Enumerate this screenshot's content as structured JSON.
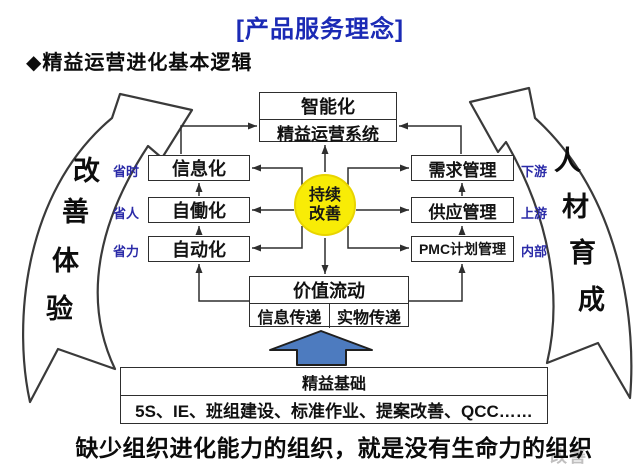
{
  "slide": {
    "title": "[产品服务理念]",
    "heading": "◆精益运营进化基本逻辑",
    "bottom_statement": "缺少组织进化能力的组织，就是没有生命力的组织",
    "watermark": "改善"
  },
  "colors": {
    "title_blue": "#1b2ab5",
    "side_label_blue": "#2b2ba8",
    "circle_yellow": "#f8ec06",
    "block_arrow_blue": "#4d7bbf"
  },
  "diagram": {
    "top_box": {
      "row1": "智能化",
      "row2": "精益运营系统"
    },
    "left_column": [
      {
        "label": "省时",
        "box": "信息化"
      },
      {
        "label": "省人",
        "box": "自働化"
      },
      {
        "label": "省力",
        "box": "自动化"
      }
    ],
    "right_column": [
      {
        "box": "需求管理",
        "label": "下游"
      },
      {
        "box": "供应管理",
        "label": "上游"
      },
      {
        "box": "PMC计划管理",
        "label": "内部"
      }
    ],
    "center_circle": {
      "line1": "持续",
      "line2": "改善"
    },
    "value_flow": {
      "title": "价值流动",
      "cell_left": "信息传递",
      "cell_right": "实物传递"
    },
    "foundation": {
      "title": "精益基础",
      "items": "5S、IE、班组建设、标准作业、提案改善、QCC……"
    },
    "left_arrow_chars": [
      "改",
      "善",
      "体",
      "验"
    ],
    "right_arrow_chars": [
      "人",
      "材",
      "育",
      "成"
    ]
  }
}
